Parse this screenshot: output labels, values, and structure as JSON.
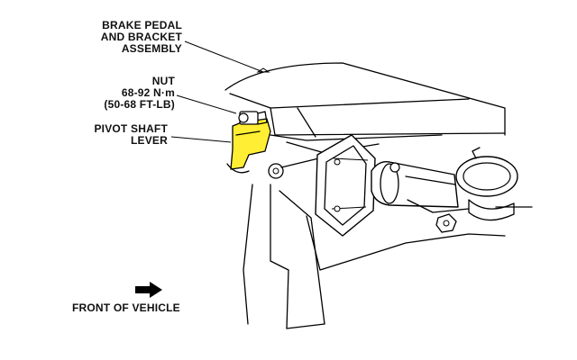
{
  "labels": {
    "brake_pedal": [
      "BRAKE PEDAL",
      "AND BRACKET",
      "ASSEMBLY"
    ],
    "nut": [
      "NUT",
      "68-92 N·m",
      "(50-68 FT-LB)"
    ],
    "pivot_shaft": [
      "PIVOT SHAFT",
      "LEVER"
    ],
    "front": "FRONT OF VEHICLE"
  },
  "colors": {
    "highlight": "#ffee33",
    "ink": "#000000"
  }
}
